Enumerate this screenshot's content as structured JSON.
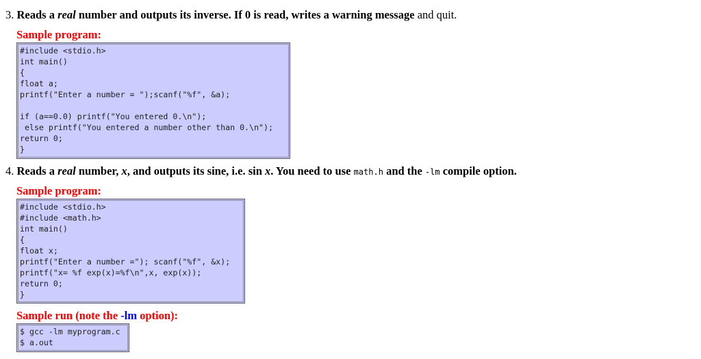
{
  "item3": {
    "number": "3.",
    "text_pre": "Reads a ",
    "text_italic": "real",
    "text_mid": " number and outputs its inverse. If 0 is read, writes a warning message",
    "text_plain": " and quit.",
    "sample_label": "Sample program:",
    "code_lines": [
      "#include <stdio.h>",
      "int main()",
      "{",
      "float a;",
      "printf(\"Enter a number = \");scanf(\"%f\", &a);",
      "",
      "if (a==0.0) printf(\"You entered 0.\\n\");",
      " else printf(\"You entered a number other than 0.\\n\");",
      "return 0;",
      "}"
    ]
  },
  "item4": {
    "number": "4.",
    "text_pre": "Reads a ",
    "text_italic": "real",
    "text_mid": " number, ",
    "text_x1": "x",
    "text_mid2": ", and outputs its sine, i.e. sin ",
    "text_x2": "x",
    "text_mid3": ". You need to use ",
    "code_math": "math.h",
    "text_mid4": " and the ",
    "code_lm": "-lm",
    "text_end": " compile option.",
    "sample_label": "Sample program:",
    "code_lines": [
      "#include <stdio.h>",
      "#include <math.h>",
      "int main()",
      "{",
      "float x;",
      "printf(\"Enter a number =\"); scanf(\"%f\", &x);",
      "printf(\"x= %f exp(x)=%f\\n\",x, exp(x));",
      "return 0;",
      "}"
    ],
    "run_label_pre": "Sample run (note the ",
    "run_label_option": "-lm",
    "run_label_post": " option):",
    "run_lines": [
      "$ gcc -lm myprogram.c",
      "$ a.out"
    ]
  },
  "colors": {
    "label_red": "#ff0000",
    "option_blue": "#0000ff",
    "code_bg": "#ccccff"
  }
}
